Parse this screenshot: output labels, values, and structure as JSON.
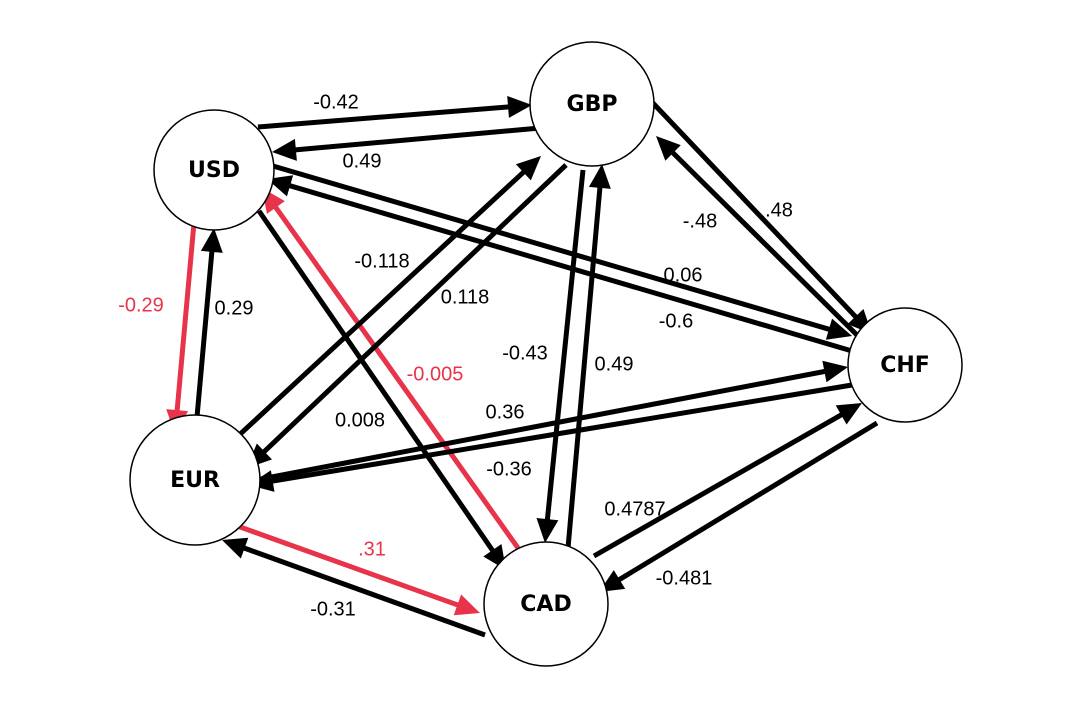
{
  "colors": {
    "normal": "#000000",
    "highlight": "#e8344a"
  },
  "nodes": [
    {
      "id": "USD",
      "label": "USD"
    },
    {
      "id": "GBP",
      "label": "GBP"
    },
    {
      "id": "CHF",
      "label": "CHF"
    },
    {
      "id": "EUR",
      "label": "EUR"
    },
    {
      "id": "CAD",
      "label": "CAD"
    }
  ],
  "edges": [
    {
      "from": "USD",
      "to": "GBP",
      "label": "-0.42",
      "highlight": false
    },
    {
      "from": "GBP",
      "to": "USD",
      "label": "0.49",
      "highlight": false
    },
    {
      "from": "USD",
      "to": "EUR",
      "label": "-0.29",
      "highlight": true
    },
    {
      "from": "EUR",
      "to": "USD",
      "label": "0.29",
      "highlight": false
    },
    {
      "from": "USD",
      "to": "CHF",
      "label": "0.06",
      "highlight": false
    },
    {
      "from": "CHF",
      "to": "USD",
      "label": "-0.6",
      "highlight": false
    },
    {
      "from": "USD",
      "to": "CAD",
      "label": "0.008",
      "highlight": false
    },
    {
      "from": "CAD",
      "to": "USD",
      "label": "-0.005",
      "highlight": true
    },
    {
      "from": "GBP",
      "to": "CHF",
      "label": ".48",
      "highlight": false
    },
    {
      "from": "CHF",
      "to": "GBP",
      "label": "-.48",
      "highlight": false
    },
    {
      "from": "GBP",
      "to": "EUR",
      "label": "-0.118",
      "highlight": false
    },
    {
      "from": "EUR",
      "to": "GBP",
      "label": "0.118",
      "highlight": false
    },
    {
      "from": "GBP",
      "to": "CAD",
      "label": "-0.43",
      "highlight": false
    },
    {
      "from": "CAD",
      "to": "GBP",
      "label": "0.49",
      "highlight": false
    },
    {
      "from": "EUR",
      "to": "CHF",
      "label": "0.36",
      "highlight": false
    },
    {
      "from": "CHF",
      "to": "EUR",
      "label": "-0.36",
      "highlight": false
    },
    {
      "from": "EUR",
      "to": "CAD",
      "label": ".31",
      "highlight": true
    },
    {
      "from": "CAD",
      "to": "EUR",
      "label": "-0.31",
      "highlight": false
    },
    {
      "from": "CAD",
      "to": "CHF",
      "label": "0.4787",
      "highlight": false
    },
    {
      "from": "CHF",
      "to": "CAD",
      "label": "-0.481",
      "highlight": false
    }
  ]
}
